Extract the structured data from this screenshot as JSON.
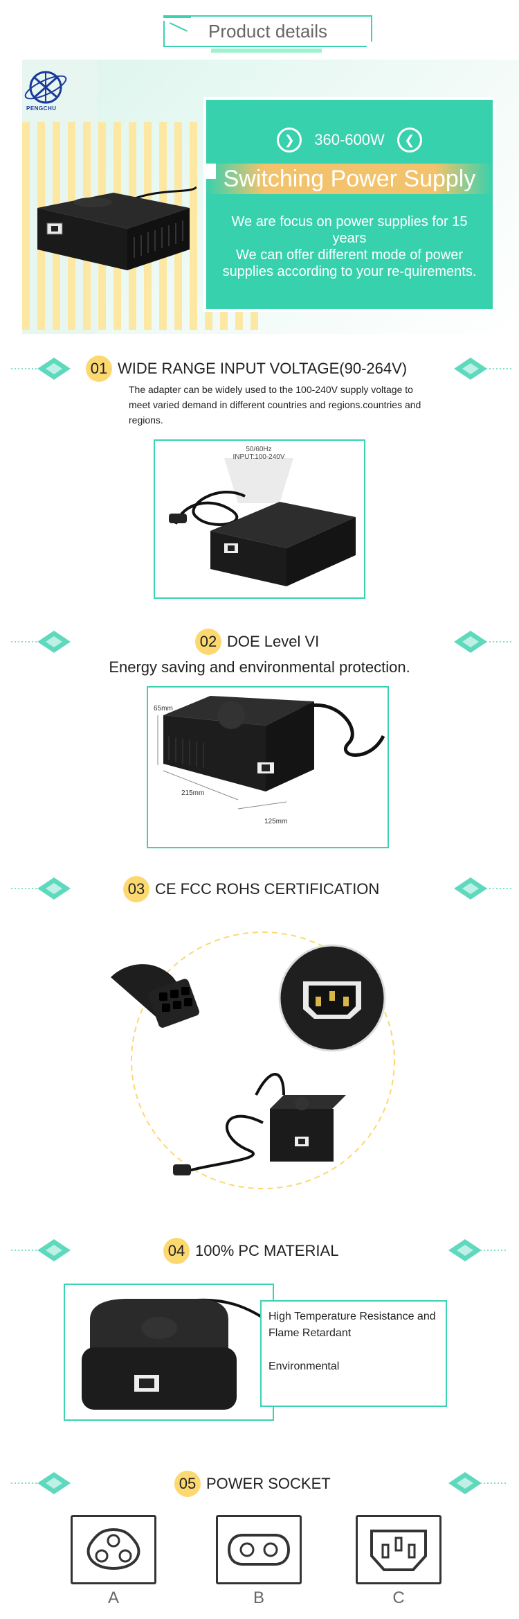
{
  "header": {
    "title": "Product details"
  },
  "logo": {
    "brand": "PENGCHU"
  },
  "hero": {
    "power": "360-600W",
    "banner": "Switching Power Supply",
    "desc_1": "We are focus on power supplies for 15 years",
    "desc_2": "We can offer different mode of power supplies according to your re-quirements."
  },
  "sections": [
    {
      "num": "01",
      "title": "WIDE RANGE INPUT VOLTAGE(90-264V)",
      "text": "The adapter can be widely used to the 100-240V supply voltage to meet varied demand in different countries and regions.countries and regions.",
      "img_label_1": "50/60Hz",
      "img_label_2": "INPUT:100-240V"
    },
    {
      "num": "02",
      "title": "DOE Level VI",
      "text": "Energy saving and environmental protection.",
      "dim_h": "65mm",
      "dim_l": "215mm",
      "dim_w": "125mm"
    },
    {
      "num": "03",
      "title": "CE FCC ROHS CERTIFICATION"
    },
    {
      "num": "04",
      "title": "100% PC MATERIAL",
      "feature_1": "High Temperature Resistance and Flame Retardant",
      "feature_2": "Environmental"
    },
    {
      "num": "05",
      "title": "POWER SOCKET",
      "sockets": [
        "A",
        "B",
        "C"
      ]
    }
  ],
  "colors": {
    "accent": "#37d1ad",
    "badge": "#fcd870",
    "stripe": "#fde8a3"
  }
}
